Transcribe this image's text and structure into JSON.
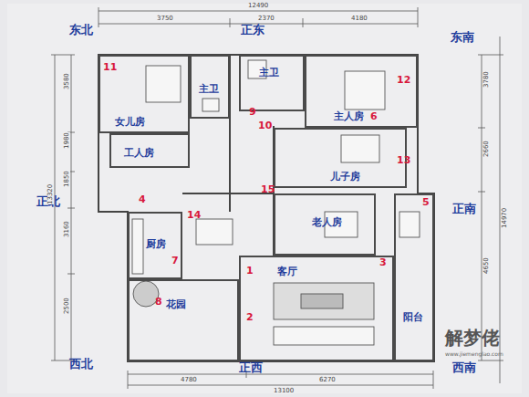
{
  "diagram": {
    "nodes": [
      {
        "text": [
          "女儿房"
        ]
      },
      {
        "text": [
          "主卫"
        ]
      },
      {
        "text": [
          "主卫"
        ]
      },
      {
        "text": [
          "主人房"
        ]
      },
      {
        "text": [
          "工人房"
        ]
      },
      {
        "text": [
          "儿子房"
        ]
      },
      {
        "text": [
          "厨房"
        ]
      },
      {
        "text": [
          "老人房"
        ]
      },
      {
        "text": [
          "客厅"
        ]
      },
      {
        "text": [
          "花园"
        ]
      },
      {
        "text": [
          "阳台"
        ]
      }
    ],
    "labels": [
      "东北",
      "正东",
      "东南",
      "正北",
      "正南",
      "西北",
      "正西",
      "西南",
      "11",
      "12",
      "6",
      "9",
      "10",
      "13",
      "15",
      "5",
      "4",
      "14",
      "1",
      "3",
      "7",
      "2",
      "8",
      "12490",
      "3750",
      "2370",
      "4180",
      "13320",
      "3580",
      "1980",
      "1850",
      "3160",
      "2500",
      "14970",
      "3780",
      "2660",
      "4650",
      "13100",
      "4780",
      "6270",
      "解梦佬",
      "www.jiemenglao.com"
    ]
  }
}
